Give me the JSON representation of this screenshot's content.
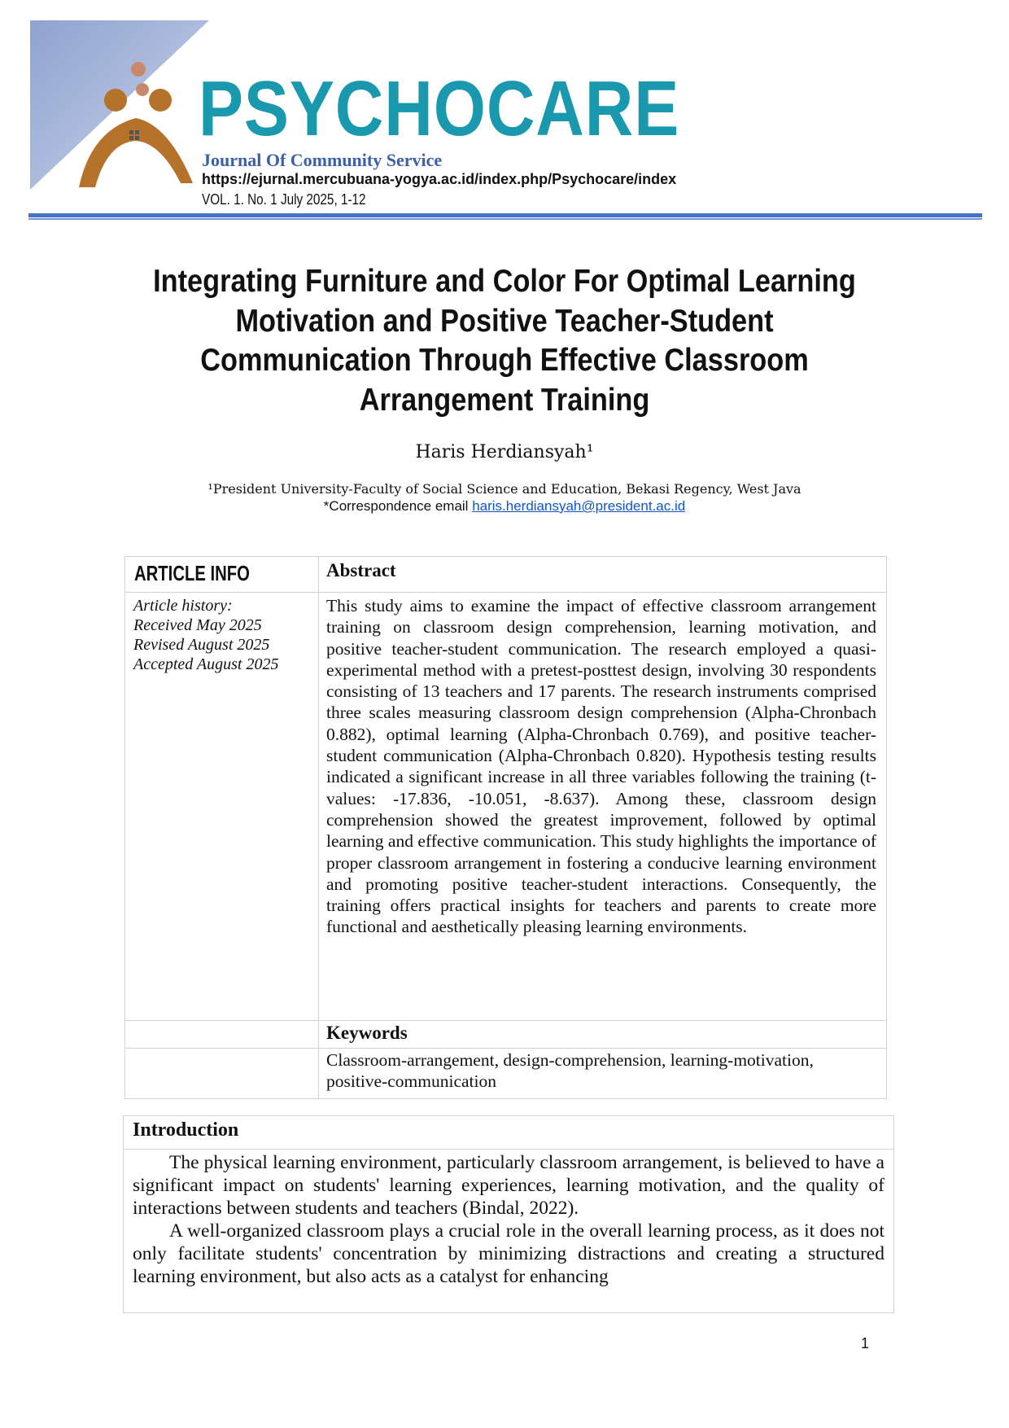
{
  "header": {
    "brand": "PSYCHOCARE",
    "journal": "Journal Of Community Service",
    "url": "https://ejurnal.mercubuana-yogya.ac.id/index.php/Psychocare/index",
    "volume": "VOL. 1. No. 1 July 2025, 1-12",
    "colors": {
      "brand": "#1a98ae",
      "journal": "#3b5fa8",
      "rule": "#4472c4",
      "logo": "#b5722a"
    }
  },
  "title": "Integrating Furniture and Color For Optimal Learning Motivation and Positive Teacher-Student Communication Through Effective Classroom Arrangement Training",
  "author": "Haris Herdiansyah¹",
  "affiliation": "¹President University-Faculty of Social Science and Education, Bekasi Regency, West Java",
  "correspondence": {
    "label": "*Correspondence email ",
    "email": "haris.herdiansyah@president.ac.id"
  },
  "article_info": {
    "heading": "ARTICLE INFO",
    "history_label": "Article history:",
    "received": "Received May 2025",
    "revised": "Revised August 2025",
    "accepted": "Accepted August 2025"
  },
  "abstract": {
    "heading": "Abstract",
    "text": "This study aims to examine the impact of effective classroom arrangement training on classroom design comprehension, learning motivation, and positive teacher-student communication. The research employed a quasi-experimental method with a pretest-posttest design, involving 30 respondents consisting of 13 teachers and 17 parents. The research instruments comprised three scales measuring classroom design comprehension (Alpha-Chronbach 0.882), optimal learning (Alpha-Chronbach 0.769), and positive teacher-student communication (Alpha-Chronbach 0.820). Hypothesis testing results indicated a significant increase in all three variables following the training (t-values: -17.836, -10.051, -8.637). Among these, classroom design comprehension showed the greatest improvement, followed by optimal learning and effective communication. This study highlights the importance of proper classroom arrangement in fostering a conducive learning environment and promoting positive teacher-student interactions. Consequently, the training offers practical insights for teachers and parents to create more functional and aesthetically pleasing learning environments."
  },
  "keywords": {
    "heading": "Keywords",
    "text": "Classroom-arrangement, design-comprehension, learning-motivation, positive-communication"
  },
  "introduction": {
    "heading": "Introduction",
    "paragraphs": [
      "The physical learning environment, particularly classroom arrangement, is believed to have a significant impact on students' learning experiences, learning motivation, and the quality of interactions between students and teachers (Bindal, 2022).",
      "A well-organized classroom plays a crucial role in the overall learning process, as it does not only facilitate students' concentration by minimizing distractions and creating a structured learning environment, but also acts as a catalyst for enhancing"
    ]
  },
  "page_number": "1"
}
